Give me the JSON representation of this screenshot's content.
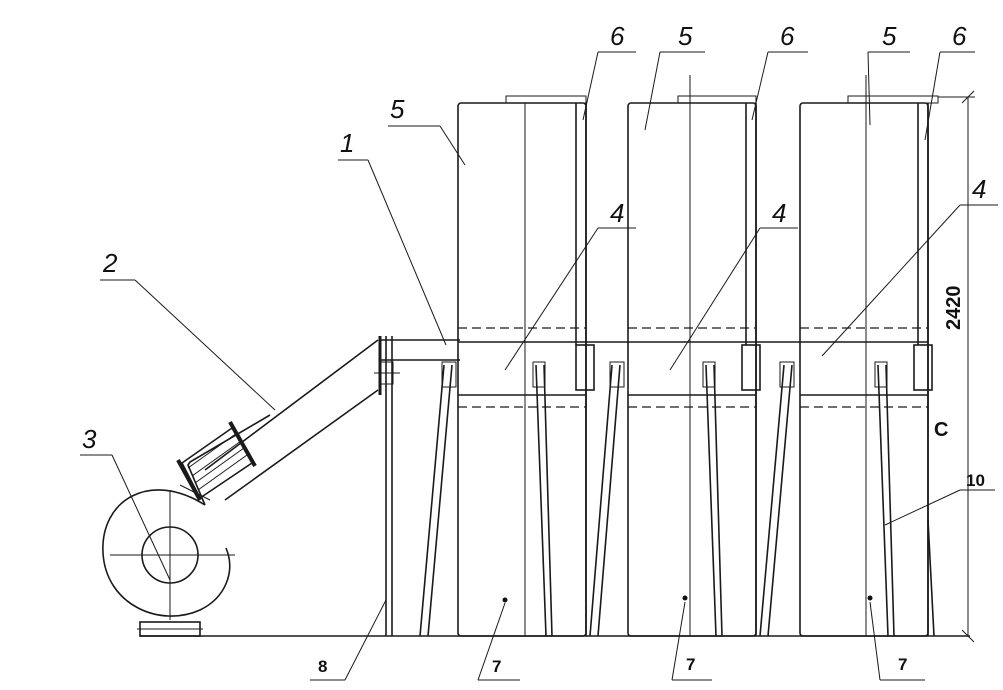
{
  "labels": {
    "n1": "1",
    "n2": "2",
    "n3": "3",
    "n4a": "4",
    "n4b": "4",
    "n4c": "4",
    "n5a": "5",
    "n5b": "5",
    "n5c": "5",
    "n6a": "6",
    "n6b": "6",
    "n6c": "6",
    "n7a": "7",
    "n7b": "7",
    "n7c": "7",
    "n8": "8",
    "n10": "10"
  },
  "dimension": {
    "height": "2420",
    "letter": "C"
  }
}
